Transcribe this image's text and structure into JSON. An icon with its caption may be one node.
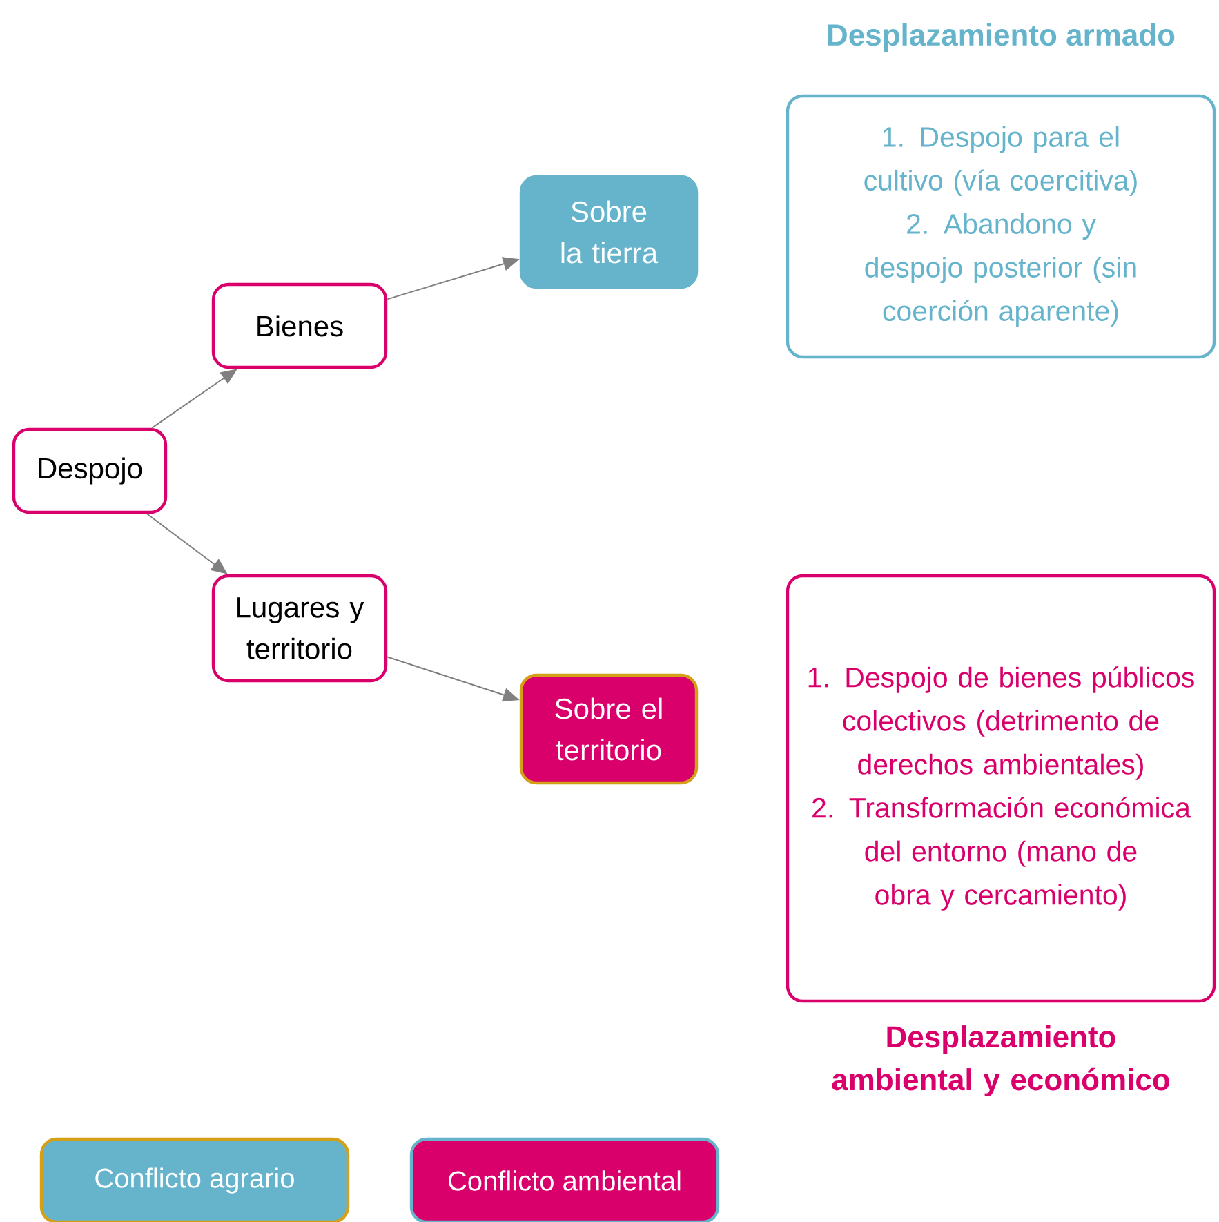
{
  "diagram": {
    "nodes": [
      {
        "text": [
          "Despojo"
        ]
      },
      {
        "text": [
          "Bienes"
        ]
      },
      {
        "text": [
          "Lugares y territorio"
        ]
      },
      {
        "text": [
          "Sobre la tierra"
        ]
      },
      {
        "text": [
          "Sobre el territorio"
        ]
      },
      {
        "text": [
          "Desplazamiento armado",
          "1. Despojo para el cultivo (vía coercitiva)",
          "2. Abandono y despojo posterior (sin coerción aparente)"
        ]
      },
      {
        "text": [
          "1. Despojo de bienes públicos colectivos (detrimento de derechos ambientales)",
          "2. Transformación económica del entorno (mano de obra y cercamiento)",
          "Desplazamiento ambiental y económico"
        ]
      }
    ],
    "edges": [
      {
        "from": 0,
        "to": 1,
        "arrow": "to"
      },
      {
        "from": 0,
        "to": 2,
        "arrow": "to"
      },
      {
        "from": 1,
        "to": 3,
        "arrow": "to"
      },
      {
        "from": 2,
        "to": 4,
        "arrow": "to"
      }
    ],
    "legend": [
      {
        "text": "Conflicto agrario",
        "color": "#65b4cc"
      },
      {
        "text": "Conflicto ambiental",
        "color": "#d9006c"
      }
    ]
  }
}
